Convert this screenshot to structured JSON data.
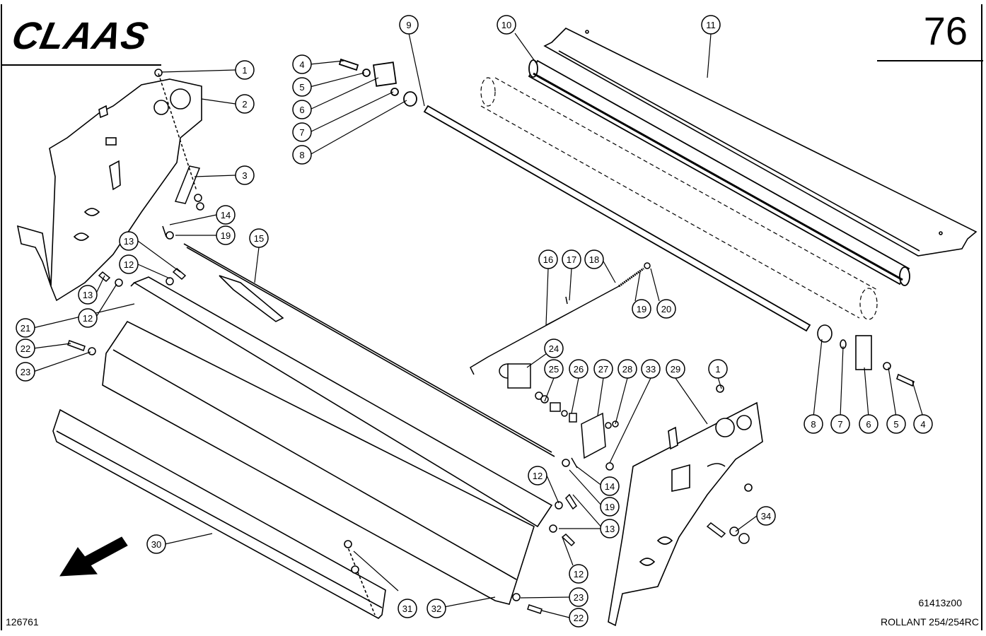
{
  "header": {
    "brand": "CLAAS",
    "page_number": "76"
  },
  "footer": {
    "drawing_number": "61413z00",
    "model": "ROLLANT 254/254RC",
    "reference": "126761"
  },
  "callouts": [
    {
      "label": "1"
    },
    {
      "label": "2"
    },
    {
      "label": "3"
    },
    {
      "label": "4"
    },
    {
      "label": "5"
    },
    {
      "label": "6"
    },
    {
      "label": "7"
    },
    {
      "label": "8"
    },
    {
      "label": "9"
    },
    {
      "label": "10"
    },
    {
      "label": "11"
    },
    {
      "label": "14"
    },
    {
      "label": "19"
    },
    {
      "label": "15"
    },
    {
      "label": "13"
    },
    {
      "label": "12"
    },
    {
      "label": "13"
    },
    {
      "label": "12"
    },
    {
      "label": "21"
    },
    {
      "label": "22"
    },
    {
      "label": "23"
    },
    {
      "label": "16"
    },
    {
      "label": "17"
    },
    {
      "label": "18"
    },
    {
      "label": "19"
    },
    {
      "label": "20"
    },
    {
      "label": "24"
    },
    {
      "label": "25"
    },
    {
      "label": "26"
    },
    {
      "label": "27"
    },
    {
      "label": "28"
    },
    {
      "label": "33"
    },
    {
      "label": "29"
    },
    {
      "label": "1"
    },
    {
      "label": "8"
    },
    {
      "label": "7"
    },
    {
      "label": "6"
    },
    {
      "label": "5"
    },
    {
      "label": "4"
    },
    {
      "label": "12"
    },
    {
      "label": "14"
    },
    {
      "label": "19"
    },
    {
      "label": "13"
    },
    {
      "label": "34"
    },
    {
      "label": "12"
    },
    {
      "label": "30"
    },
    {
      "label": "31"
    },
    {
      "label": "32"
    },
    {
      "label": "23"
    },
    {
      "label": "22"
    }
  ]
}
